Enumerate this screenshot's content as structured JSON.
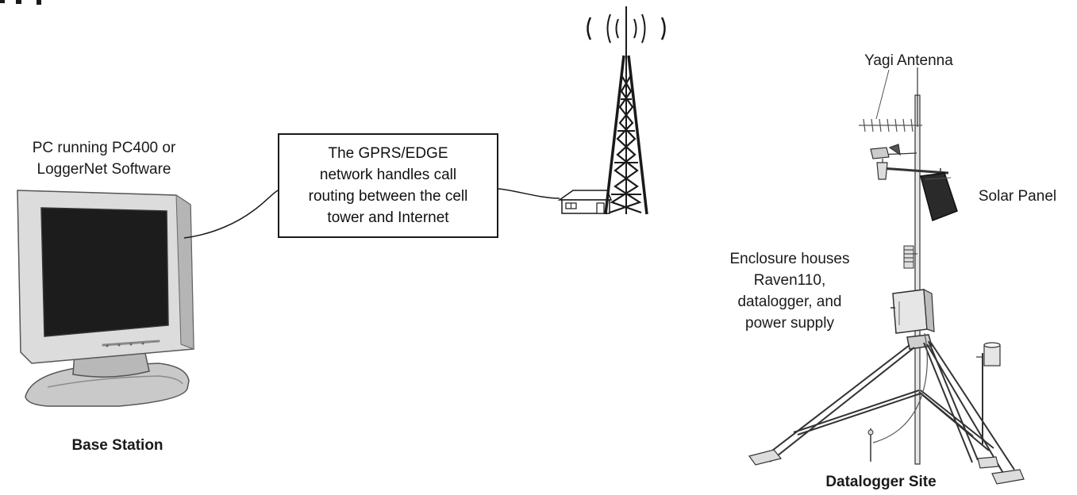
{
  "header_fragment": "",
  "base_station": {
    "pc_label_line1": "PC running PC400 or",
    "pc_label_line2": "LoggerNet Software",
    "caption": "Base Station"
  },
  "network_callout": {
    "lines": [
      "The GPRS/EDGE",
      "network handles call",
      "routing between the cell",
      "tower and Internet"
    ]
  },
  "datalogger_site": {
    "antenna_label": "Yagi Antenna",
    "solar_label": "Solar Panel",
    "enclosure_lines": [
      "Enclosure houses",
      "Raven110,",
      "datalogger, and",
      "power supply"
    ],
    "caption": "Datalogger Site"
  },
  "colors": {
    "line": "#1a1a1a",
    "monitor_frame": "#d9d9d9",
    "screen": "#1c1c1c",
    "panel": "#2a2a2a"
  }
}
